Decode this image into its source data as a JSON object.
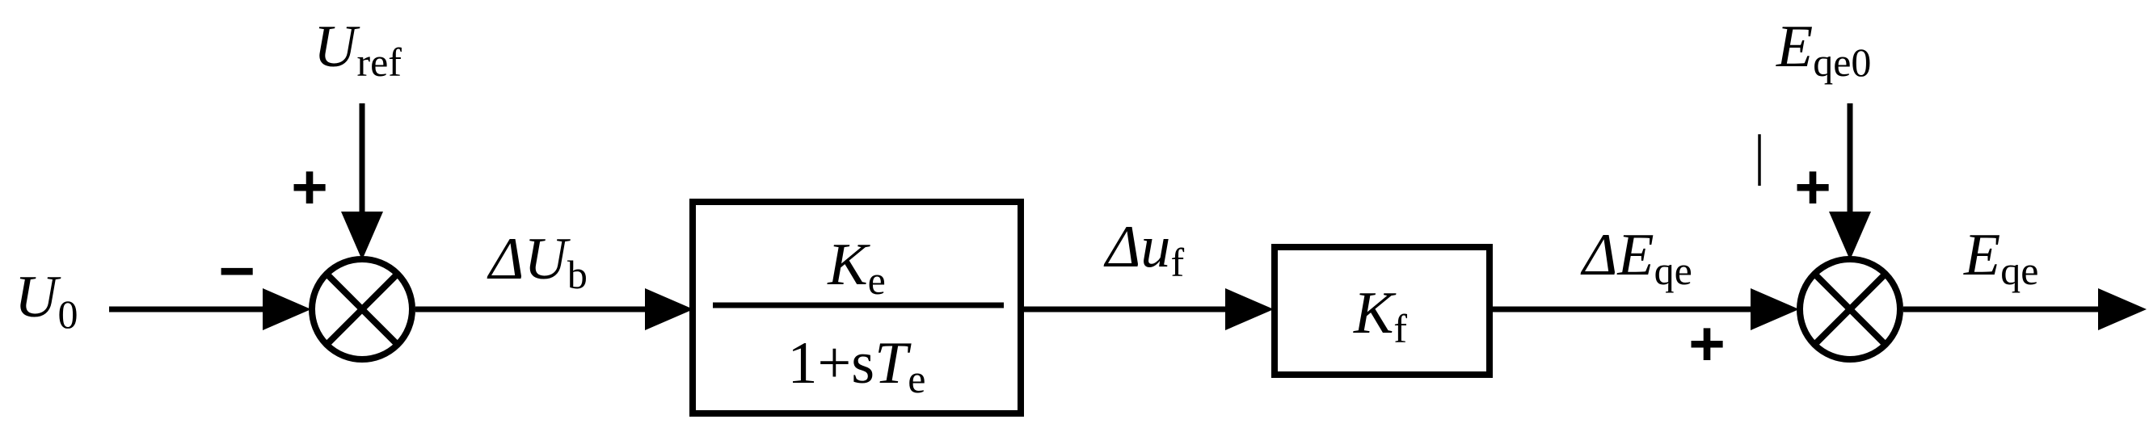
{
  "signals": {
    "U0": {
      "main": "U",
      "sub": "0"
    },
    "Uref": {
      "main": "U",
      "sub": "ref"
    },
    "dUb": {
      "main": "ΔU",
      "sub": "b"
    },
    "duf": {
      "main": "Δu",
      "sub": "f"
    },
    "dEqe": {
      "main": "ΔE",
      "sub": "qe"
    },
    "Eqe0": {
      "main": "E",
      "sub": "qe0"
    },
    "Eqe": {
      "main": "E",
      "sub": "qe"
    }
  },
  "blocks": {
    "exciter": {
      "num_main": "K",
      "num_sub": "e",
      "den_prefix": "1+s",
      "den_main": "T",
      "den_sub": "e"
    },
    "gain": {
      "main": "K",
      "sub": "f"
    }
  },
  "signs": {
    "sum1_top": "+",
    "sum1_left": "−",
    "sum2_top": "+",
    "sum2_left": "+"
  },
  "marks": {
    "stray_tick": "|"
  }
}
